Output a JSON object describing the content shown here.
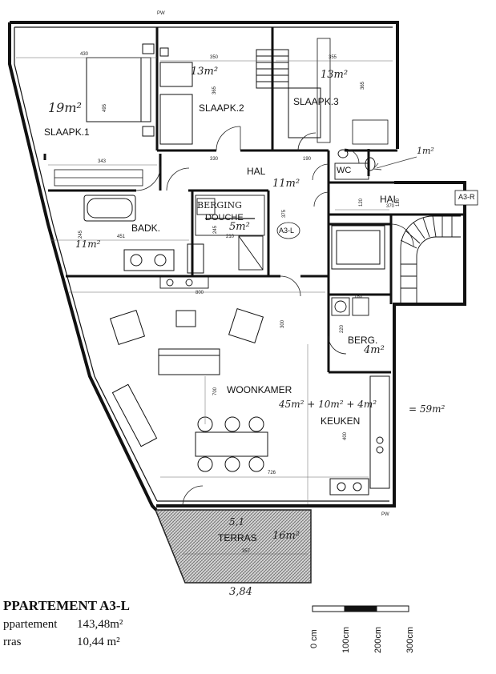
{
  "rooms": {
    "slaapk1": "SLAAPK.1",
    "slaapk2": "SLAAPK.2",
    "slaapk3": "SLAAPK.3",
    "hal_main": "HAL",
    "hal_right": "HAL",
    "wc": "WC",
    "badk": "BADK.",
    "douche": "DOUCHE",
    "berg": "BERG.",
    "woonkamer": "WOONKAMER",
    "keuken": "KEUKEN",
    "terras": "TERRAS",
    "a3l_tag": "A3-L",
    "a3r_tag": "A3-R"
  },
  "handwritten": {
    "slaapk1_area": "19m²",
    "slaapk2_area": "13m²",
    "slaapk3_area": "13m²",
    "hal_area": "11m²",
    "wc_area": "1m²",
    "badk_area": "11m²",
    "berging": "BERGING",
    "douche_area": "5m²",
    "berg_area": "4m²",
    "woon_sum": "45m² + 10m² + 4m²",
    "woon_total": "= 59m²",
    "terras_dim": "5,1",
    "terras_area": "16m²",
    "terras_width": "3,84"
  },
  "dimensions": {
    "d430": "430",
    "d350": "350",
    "d355": "355",
    "d495": "495",
    "d365a": "365",
    "d365b": "365",
    "d343": "343",
    "d330": "330",
    "d190": "190",
    "d120a": "120",
    "d370": "370",
    "d375": "375",
    "d245a": "245",
    "d451": "451",
    "d245b": "245",
    "d210": "210",
    "d800": "800",
    "d300": "300",
    "d180": "180",
    "d220": "220",
    "d700": "700",
    "d400": "400",
    "d726": "726",
    "d357": "357",
    "d120b": "120",
    "pw1": "PW",
    "pw2": "PW"
  },
  "legend": {
    "title": "PPARTEMENT A3-L",
    "apartment_label": "ppartement",
    "apartment_value": "143,48m²",
    "terras_label": "rras",
    "terras_value": "10,44 m²"
  },
  "scale": {
    "ticks": [
      "0 cm",
      "100cm",
      "200cm",
      "300cm"
    ]
  }
}
